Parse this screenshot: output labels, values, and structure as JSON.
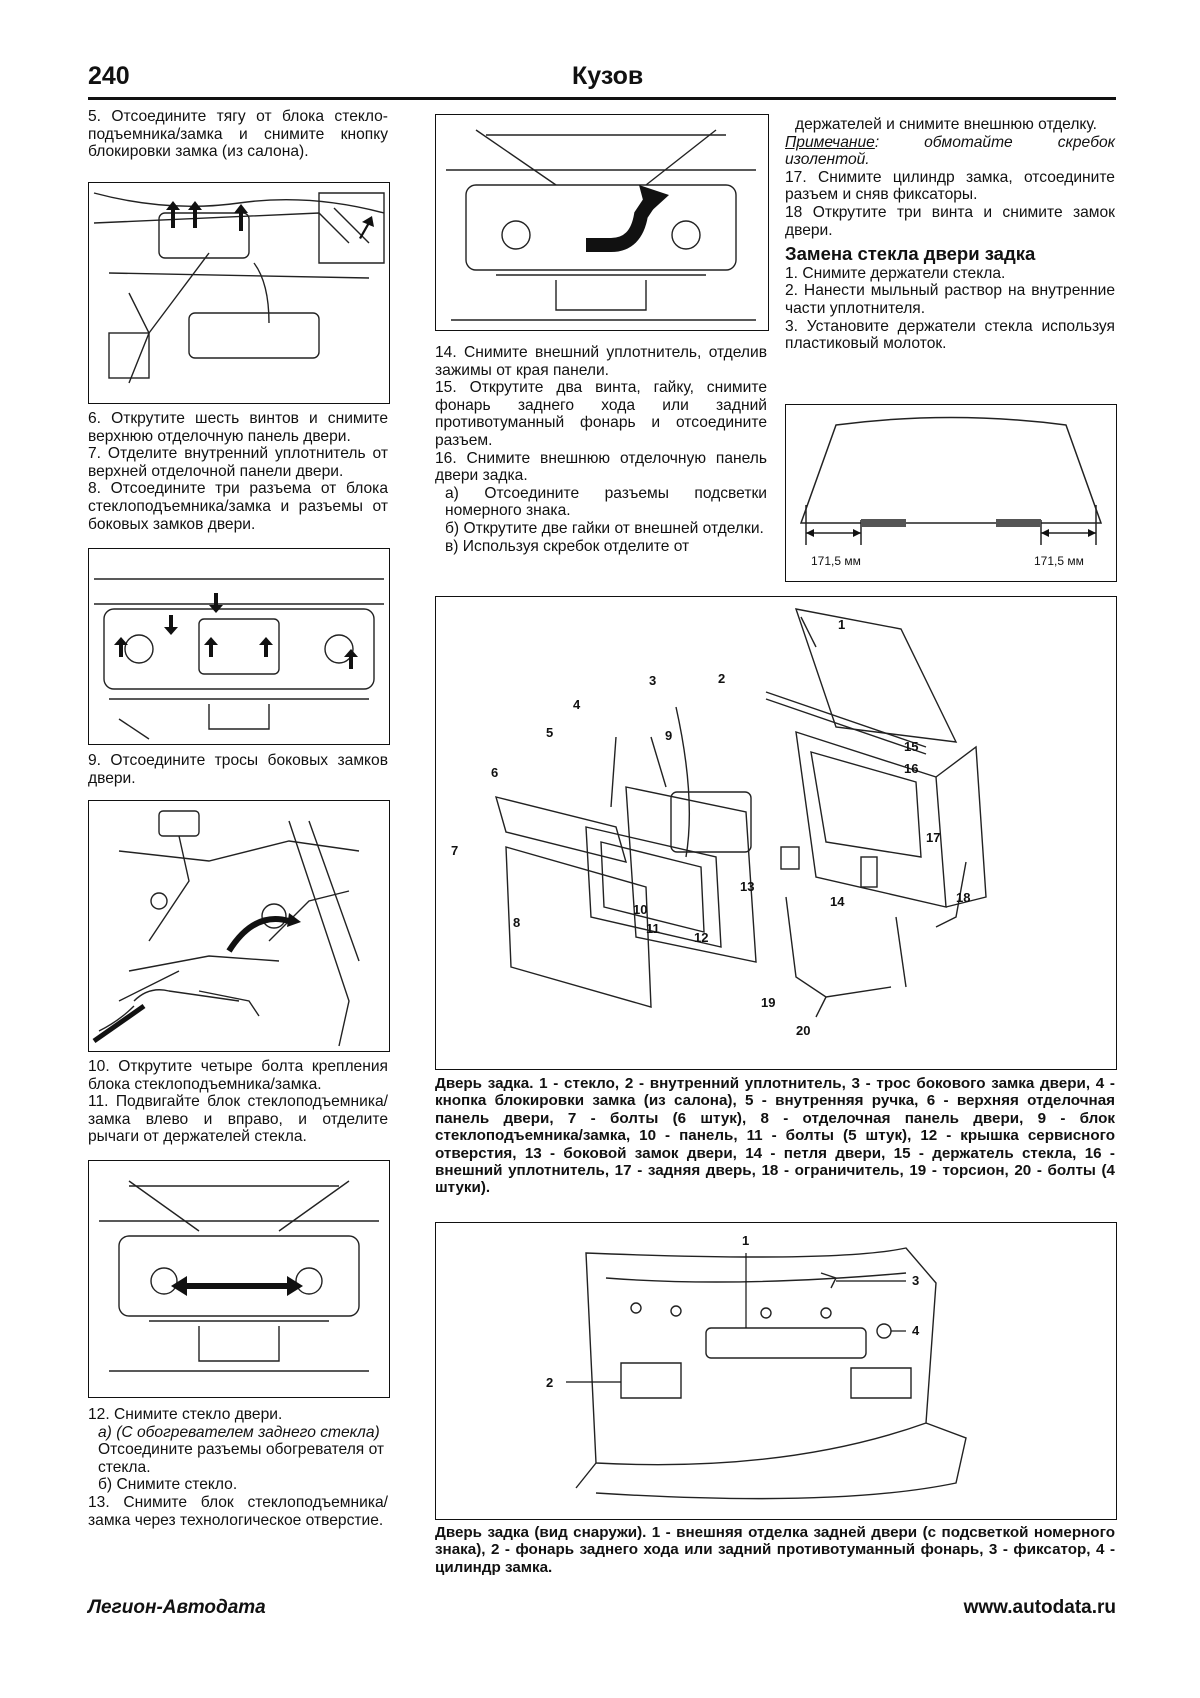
{
  "header": {
    "page_number": "240",
    "section_title": "Кузов"
  },
  "col1": {
    "p5": "5. Отсоедините тягу от блока стекло-подъемника/замка и снимите кнопку блокировки замка (из салона).",
    "p6": "6. Открутите шесть винтов и снимите верхнюю отделочную панель двери.",
    "p7": "7. Отделите внутренний уплотнитель от верхней отделочной панели двери.",
    "p8": "8. Отсоедините три разъема от блока стеклоподъемника/замка и разъемы от боковых замков двери.",
    "p9": "9. Отсоедините тросы боковых замков двери.",
    "p10": "10. Открутите четыре болта крепления блока стеклоподъемника/замка.",
    "p11": "11. Подвигайте блок стеклоподъемника/замка влево и вправо, и отделите рычаги от держателей стекла.",
    "p12": "12. Снимите стекло двери.",
    "p12a": "а) (С обогревателем заднего стекла)",
    "p12a2": "Отсоедините разъемы обогревателя от стекла.",
    "p12b": "б) Снимите стекло.",
    "p13": "13. Снимите блок стеклоподъемника/замка через технологическое отверстие."
  },
  "col2": {
    "p14": "14. Снимите внешний уплотнитель, отделив зажимы от края панели.",
    "p15": "15. Открутите два винта, гайку, снимите фонарь заднего хода или задний противотуманный фонарь и отсоедините разъем.",
    "p16": "16. Снимите внешнюю отделочную панель двери задка.",
    "p16a": "а) Отсоедините разъемы подсветки номерного знака.",
    "p16b": "б) Открутите две гайки от внешней отделки.",
    "p16c": "в) Используя скребок отделите от"
  },
  "col3": {
    "p16c2": "держателей и снимите внешнюю отделку.",
    "note_label": "Примечание",
    "note_text": ": обмотайте скребок изолентой.",
    "p17": "17. Снимите цилиндр замка, отсоедините разъем и сняв фиксаторы.",
    "p18": "18 Открутите три винта и снимите замок двери.",
    "heading": "Замена стекла двери задка",
    "g1": "1. Снимите держатели стекла.",
    "g2": "2. Нанести мыльный раствор на внутренние части уплотнителя.",
    "g3": "3. Установите держатели стекла используя пластиковый молоток."
  },
  "glass_fig": {
    "dim_left": "171,5 мм",
    "dim_right": "171,5 мм"
  },
  "exploded_fig": {
    "labels": [
      "1",
      "2",
      "3",
      "4",
      "5",
      "6",
      "7",
      "8",
      "9",
      "10",
      "11",
      "12",
      "13",
      "14",
      "15",
      "16",
      "17",
      "18",
      "19",
      "20"
    ],
    "caption": "Дверь задка. 1 - стекло, 2 - внутренний уплотнитель, 3 - трос бокового замка двери, 4 - кнопка блокировки замка (из салона), 5 - внутренняя ручка, 6 - верхняя отделочная панель двери, 7 - болты (6 штук), 8 - отделочная панель двери, 9 - блок стеклоподъемника/замка, 10 - панель, 11 - болты (5 штук), 12 - крышка сервисного отверстия, 13 - боковой замок двери, 14 - петля двери, 15 - держатель стекла, 16 - внешний уплотнитель, 17 - задняя дверь, 18 - ограничитель, 19 - торсион, 20 - болты (4 штуки)."
  },
  "outside_fig": {
    "labels": [
      "1",
      "2",
      "3",
      "4"
    ],
    "caption": "Дверь задка (вид снаружи). 1 - внешняя отделка задней двери (с подсветкой номерного знака), 2 - фонарь заднего хода или задний противотуманный фонарь, 3 - фиксатор, 4 - цилиндр замка."
  },
  "footer": {
    "publisher": "Легион-Автодата",
    "website": "www.autodata.ru"
  }
}
